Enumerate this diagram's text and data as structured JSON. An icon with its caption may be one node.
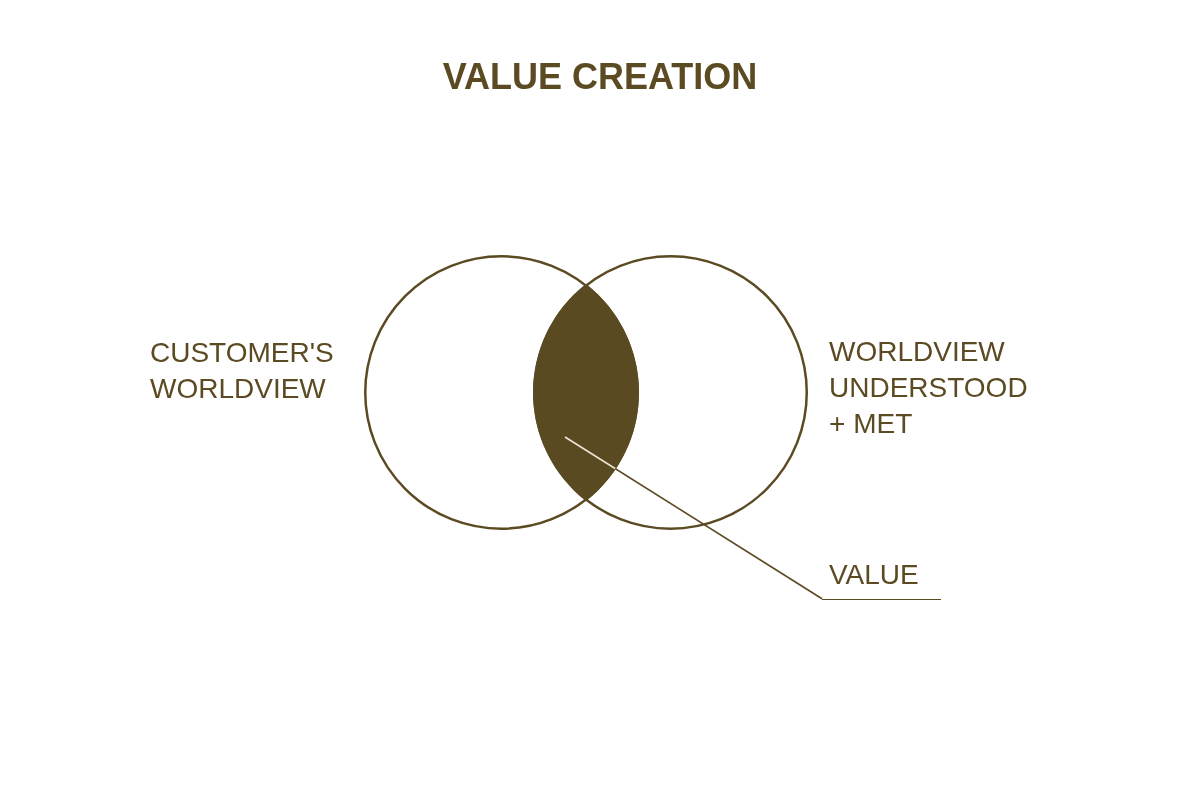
{
  "diagram": {
    "title": "VALUE CREATION",
    "nodes": [
      {
        "text": [],
        "shape": "circle",
        "beside": [
          "CUSTOMER'S WORLDVIEW"
        ]
      },
      {
        "text": [],
        "shape": "circle",
        "beside": [
          "WORLDVIEW UNDERSTOOD + MET"
        ]
      },
      {
        "text": [],
        "shape": "lens"
      },
      {
        "text": [
          "VALUE"
        ]
      }
    ],
    "edges": [
      {
        "from": 3,
        "to": 2,
        "arrow": "none"
      }
    ]
  }
}
